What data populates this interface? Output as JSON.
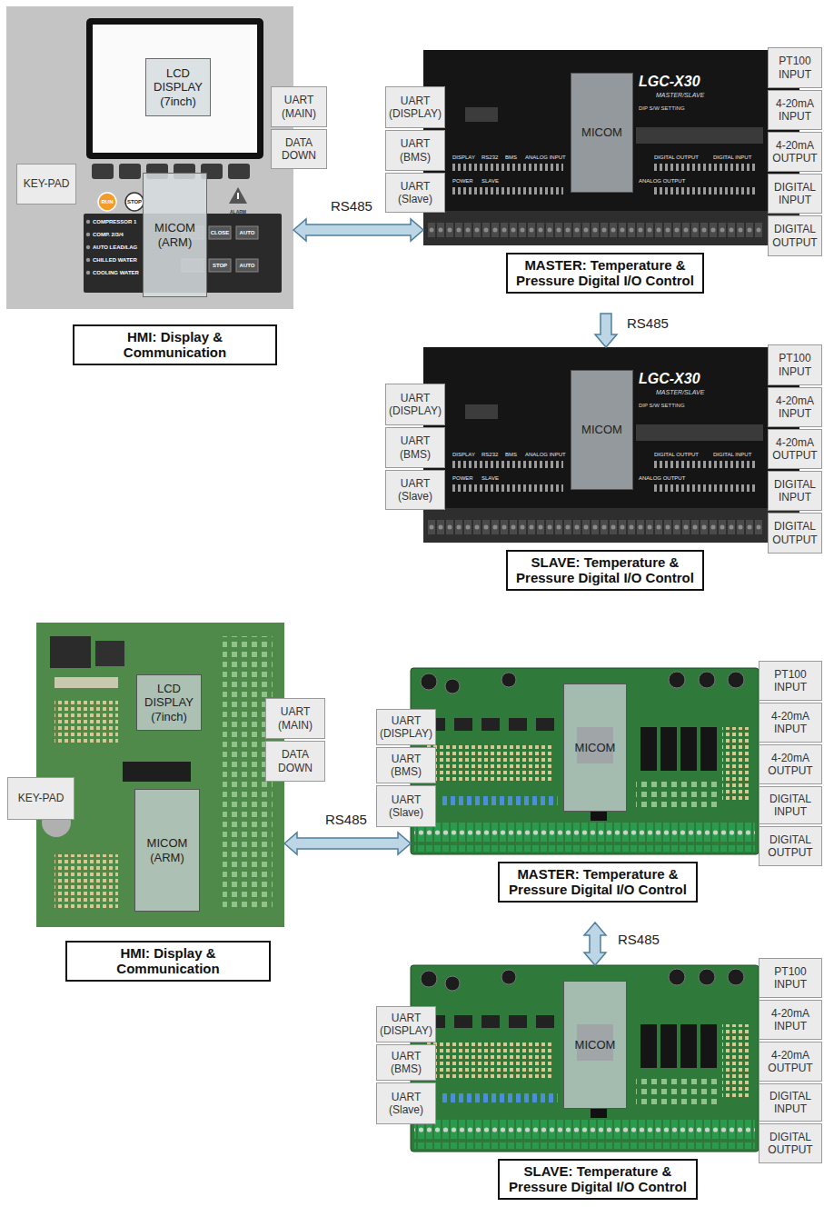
{
  "diagram": {
    "nodes": [
      {
        "text": [
          "HMI: Display & Communication"
        ]
      },
      {
        "text": [
          "LCD DISPLAY (7inch)"
        ],
        "in": 0
      },
      {
        "text": [
          "UART (MAIN)"
        ],
        "in": 0
      },
      {
        "text": [
          "DATA DOWN"
        ],
        "in": 0
      },
      {
        "text": [
          "KEY-PAD"
        ],
        "in": 0
      },
      {
        "text": [
          "MICOM (ARM)"
        ],
        "in": 0
      },
      {
        "text": [
          "MASTER: Temperature & Pressure Digital I/O Control"
        ]
      },
      {
        "text": [
          "UART (DISPLAY)"
        ],
        "in": 6
      },
      {
        "text": [
          "UART (BMS)"
        ],
        "in": 6
      },
      {
        "text": [
          "UART (Slave)"
        ],
        "in": 6
      },
      {
        "text": [
          "MICOM"
        ],
        "in": 6
      },
      {
        "text": [
          "PT100 INPUT"
        ],
        "in": 6
      },
      {
        "text": [
          "4-20mA INPUT"
        ],
        "in": 6
      },
      {
        "text": [
          "4-20mA OUTPUT"
        ],
        "in": 6
      },
      {
        "text": [
          "DIGITAL INPUT"
        ],
        "in": 6
      },
      {
        "text": [
          "DIGITAL OUTPUT"
        ],
        "in": 6
      },
      {
        "text": [
          "SLAVE: Temperature & Pressure Digital I/O Control"
        ]
      },
      {
        "text": [
          "UART (DISPLAY)"
        ],
        "in": 16
      },
      {
        "text": [
          "UART (BMS)"
        ],
        "in": 16
      },
      {
        "text": [
          "UART (Slave)"
        ],
        "in": 16
      },
      {
        "text": [
          "MICOM"
        ],
        "in": 16
      },
      {
        "text": [
          "PT100 INPUT"
        ],
        "in": 16
      },
      {
        "text": [
          "4-20mA INPUT"
        ],
        "in": 16
      },
      {
        "text": [
          "4-20mA OUTPUT"
        ],
        "in": 16
      },
      {
        "text": [
          "DIGITAL INPUT"
        ],
        "in": 16
      },
      {
        "text": [
          "DIGITAL OUTPUT"
        ],
        "in": 16
      },
      {
        "text": [
          "HMI: Display & Communication"
        ]
      },
      {
        "text": [
          "LCD DISPLAY (7inch)"
        ],
        "in": 26
      },
      {
        "text": [
          "UART (MAIN)"
        ],
        "in": 26
      },
      {
        "text": [
          "DATA DOWN"
        ],
        "in": 26
      },
      {
        "text": [
          "KEY-PAD"
        ],
        "in": 26
      },
      {
        "text": [
          "MICOM (ARM)"
        ],
        "in": 26
      },
      {
        "text": [
          "MASTER: Temperature & Pressure Digital I/O Control"
        ]
      },
      {
        "text": [
          "UART (DISPLAY)"
        ],
        "in": 32
      },
      {
        "text": [
          "UART (BMS)"
        ],
        "in": 32
      },
      {
        "text": [
          "UART (Slave)"
        ],
        "in": 32
      },
      {
        "text": [
          "MICOM"
        ],
        "in": 32
      },
      {
        "text": [
          "PT100 INPUT"
        ],
        "in": 32
      },
      {
        "text": [
          "4-20mA INPUT"
        ],
        "in": 32
      },
      {
        "text": [
          "4-20mA OUTPUT"
        ],
        "in": 32
      },
      {
        "text": [
          "DIGITAL INPUT"
        ],
        "in": 32
      },
      {
        "text": [
          "DIGITAL OUTPUT"
        ],
        "in": 32
      },
      {
        "text": [
          "SLAVE: Temperature & Pressure Digital I/O Control"
        ]
      },
      {
        "text": [
          "UART (DISPLAY)"
        ],
        "in": 42
      },
      {
        "text": [
          "UART (BMS)"
        ],
        "in": 42
      },
      {
        "text": [
          "UART (Slave)"
        ],
        "in": 42
      },
      {
        "text": [
          "MICOM"
        ],
        "in": 42
      },
      {
        "text": [
          "PT100 INPUT"
        ],
        "in": 42
      },
      {
        "text": [
          "4-20mA INPUT"
        ],
        "in": 42
      },
      {
        "text": [
          "4-20mA OUTPUT"
        ],
        "in": 42
      },
      {
        "text": [
          "DIGITAL INPUT"
        ],
        "in": 42
      },
      {
        "text": [
          "DIGITAL OUTPUT"
        ],
        "in": 42
      }
    ],
    "edges": [
      {
        "from": 0,
        "to": 6,
        "label": "RS485",
        "arrow": "both"
      },
      {
        "from": 6,
        "to": 16,
        "label": "RS485",
        "arrow": "to"
      },
      {
        "from": 26,
        "to": 32,
        "label": "RS485",
        "arrow": "both"
      },
      {
        "from": 32,
        "to": 42,
        "label": "RS485",
        "arrow": "both"
      }
    ],
    "labels": [
      "RUN",
      "STOP",
      "ALARM",
      "COMPRESSOR 1",
      "COMP. 2/3/4",
      "AUTO LEAD/LAG",
      "CHILLED WATER",
      "COOLING WATER",
      "CLOSE",
      "AUTO",
      "STOP",
      "AUTO",
      "LGC-X30",
      "MASTER/SLAVE",
      "DIP S/W SETTING",
      "DISPLAY",
      "RS232",
      "BMS",
      "ANALOG INPUT",
      "ANALOG OUTPUT",
      "DIGITAL OUTPUT",
      "DIGITAL INPUT",
      "POWER",
      "SLAVE",
      "LGC-X30",
      "MASTER/SLAVE",
      "DIP S/W SETTING",
      "DISPLAY",
      "RS232",
      "BMS",
      "ANALOG INPUT",
      "ANALOG OUTPUT",
      "DIGITAL OUTPUT",
      "DIGITAL INPUT",
      "POWER",
      "SLAVE"
    ]
  }
}
